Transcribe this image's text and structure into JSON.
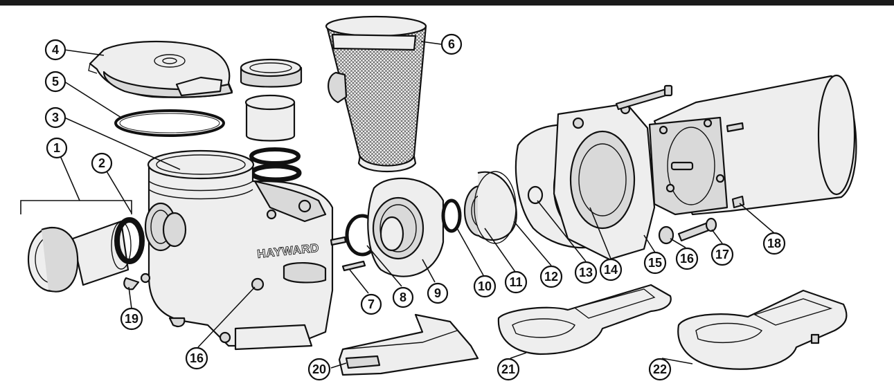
{
  "figure": {
    "type": "exploded parts diagram",
    "brand_text": "HAYWARD"
  },
  "callouts": [
    {
      "id": "callout-1",
      "label": "1"
    },
    {
      "id": "callout-2",
      "label": "2"
    },
    {
      "id": "callout-3",
      "label": "3"
    },
    {
      "id": "callout-4",
      "label": "4"
    },
    {
      "id": "callout-5",
      "label": "5"
    },
    {
      "id": "callout-6",
      "label": "6"
    },
    {
      "id": "callout-7",
      "label": "7"
    },
    {
      "id": "callout-8",
      "label": "8"
    },
    {
      "id": "callout-9",
      "label": "9"
    },
    {
      "id": "callout-10",
      "label": "10"
    },
    {
      "id": "callout-11",
      "label": "11"
    },
    {
      "id": "callout-12",
      "label": "12"
    },
    {
      "id": "callout-13",
      "label": "13"
    },
    {
      "id": "callout-14",
      "label": "14"
    },
    {
      "id": "callout-15",
      "label": "15"
    },
    {
      "id": "callout-16a",
      "label": "16"
    },
    {
      "id": "callout-16b",
      "label": "16"
    },
    {
      "id": "callout-17",
      "label": "17"
    },
    {
      "id": "callout-18",
      "label": "18"
    },
    {
      "id": "callout-19",
      "label": "19"
    },
    {
      "id": "callout-20",
      "label": "20"
    },
    {
      "id": "callout-21",
      "label": "21"
    },
    {
      "id": "callout-22",
      "label": "22"
    }
  ]
}
